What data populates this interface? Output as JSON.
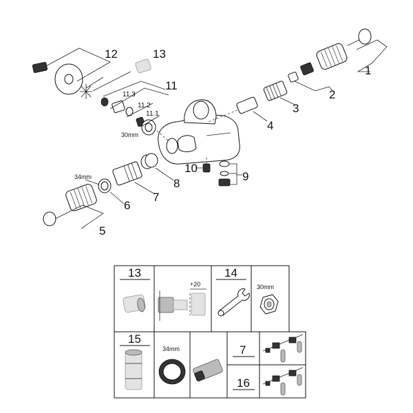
{
  "diagram": {
    "callouts": {
      "c1": "1",
      "c2": "2",
      "c3": "3",
      "c4": "4",
      "c5": "5",
      "c6": "6",
      "c7": "7",
      "c8": "8",
      "c9": "9",
      "c10": "10",
      "c11": "11",
      "c11_1": "11.1",
      "c11_2": "11.2",
      "c11_3": "11.3",
      "c12": "12",
      "c13": "13"
    },
    "sizes": {
      "s30": "30mm",
      "s34": "34mm"
    }
  },
  "table": {
    "r1": {
      "h13": "13",
      "h14": "14",
      "extension": "+20",
      "nut": "30mm"
    },
    "r2": {
      "h15": "15",
      "ring": "34mm",
      "h7": "7",
      "h16": "16"
    }
  }
}
